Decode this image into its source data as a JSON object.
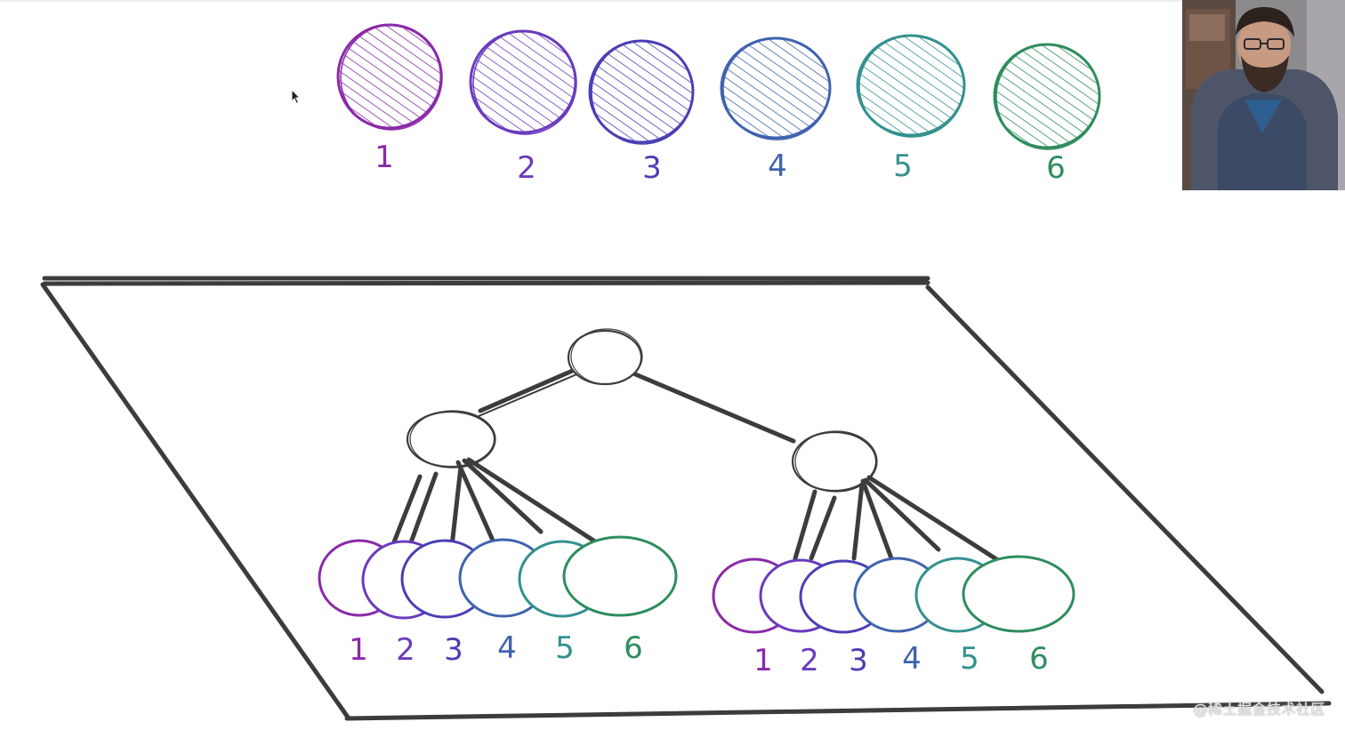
{
  "palette": {
    "c1": "#8a2aa8",
    "c2": "#6b3bbd",
    "c3": "#4a3fb5",
    "c4": "#3f63ae",
    "c5": "#33908f",
    "c6": "#2e8d5e",
    "ink": "#3c3c3e"
  },
  "top_row": {
    "labels": [
      "1",
      "2",
      "3",
      "4",
      "5",
      "6"
    ]
  },
  "tree": {
    "left_labels": [
      "1",
      "2",
      "3",
      "4",
      "5",
      "6"
    ],
    "right_labels": [
      "1",
      "2",
      "3",
      "4",
      "5",
      "6"
    ]
  },
  "watermark": {
    "text": "@稀土掘金技术社区"
  },
  "webcam": {
    "icon": "presenter-video-feed"
  },
  "cursor": {
    "icon": "mouse-pointer-icon"
  }
}
